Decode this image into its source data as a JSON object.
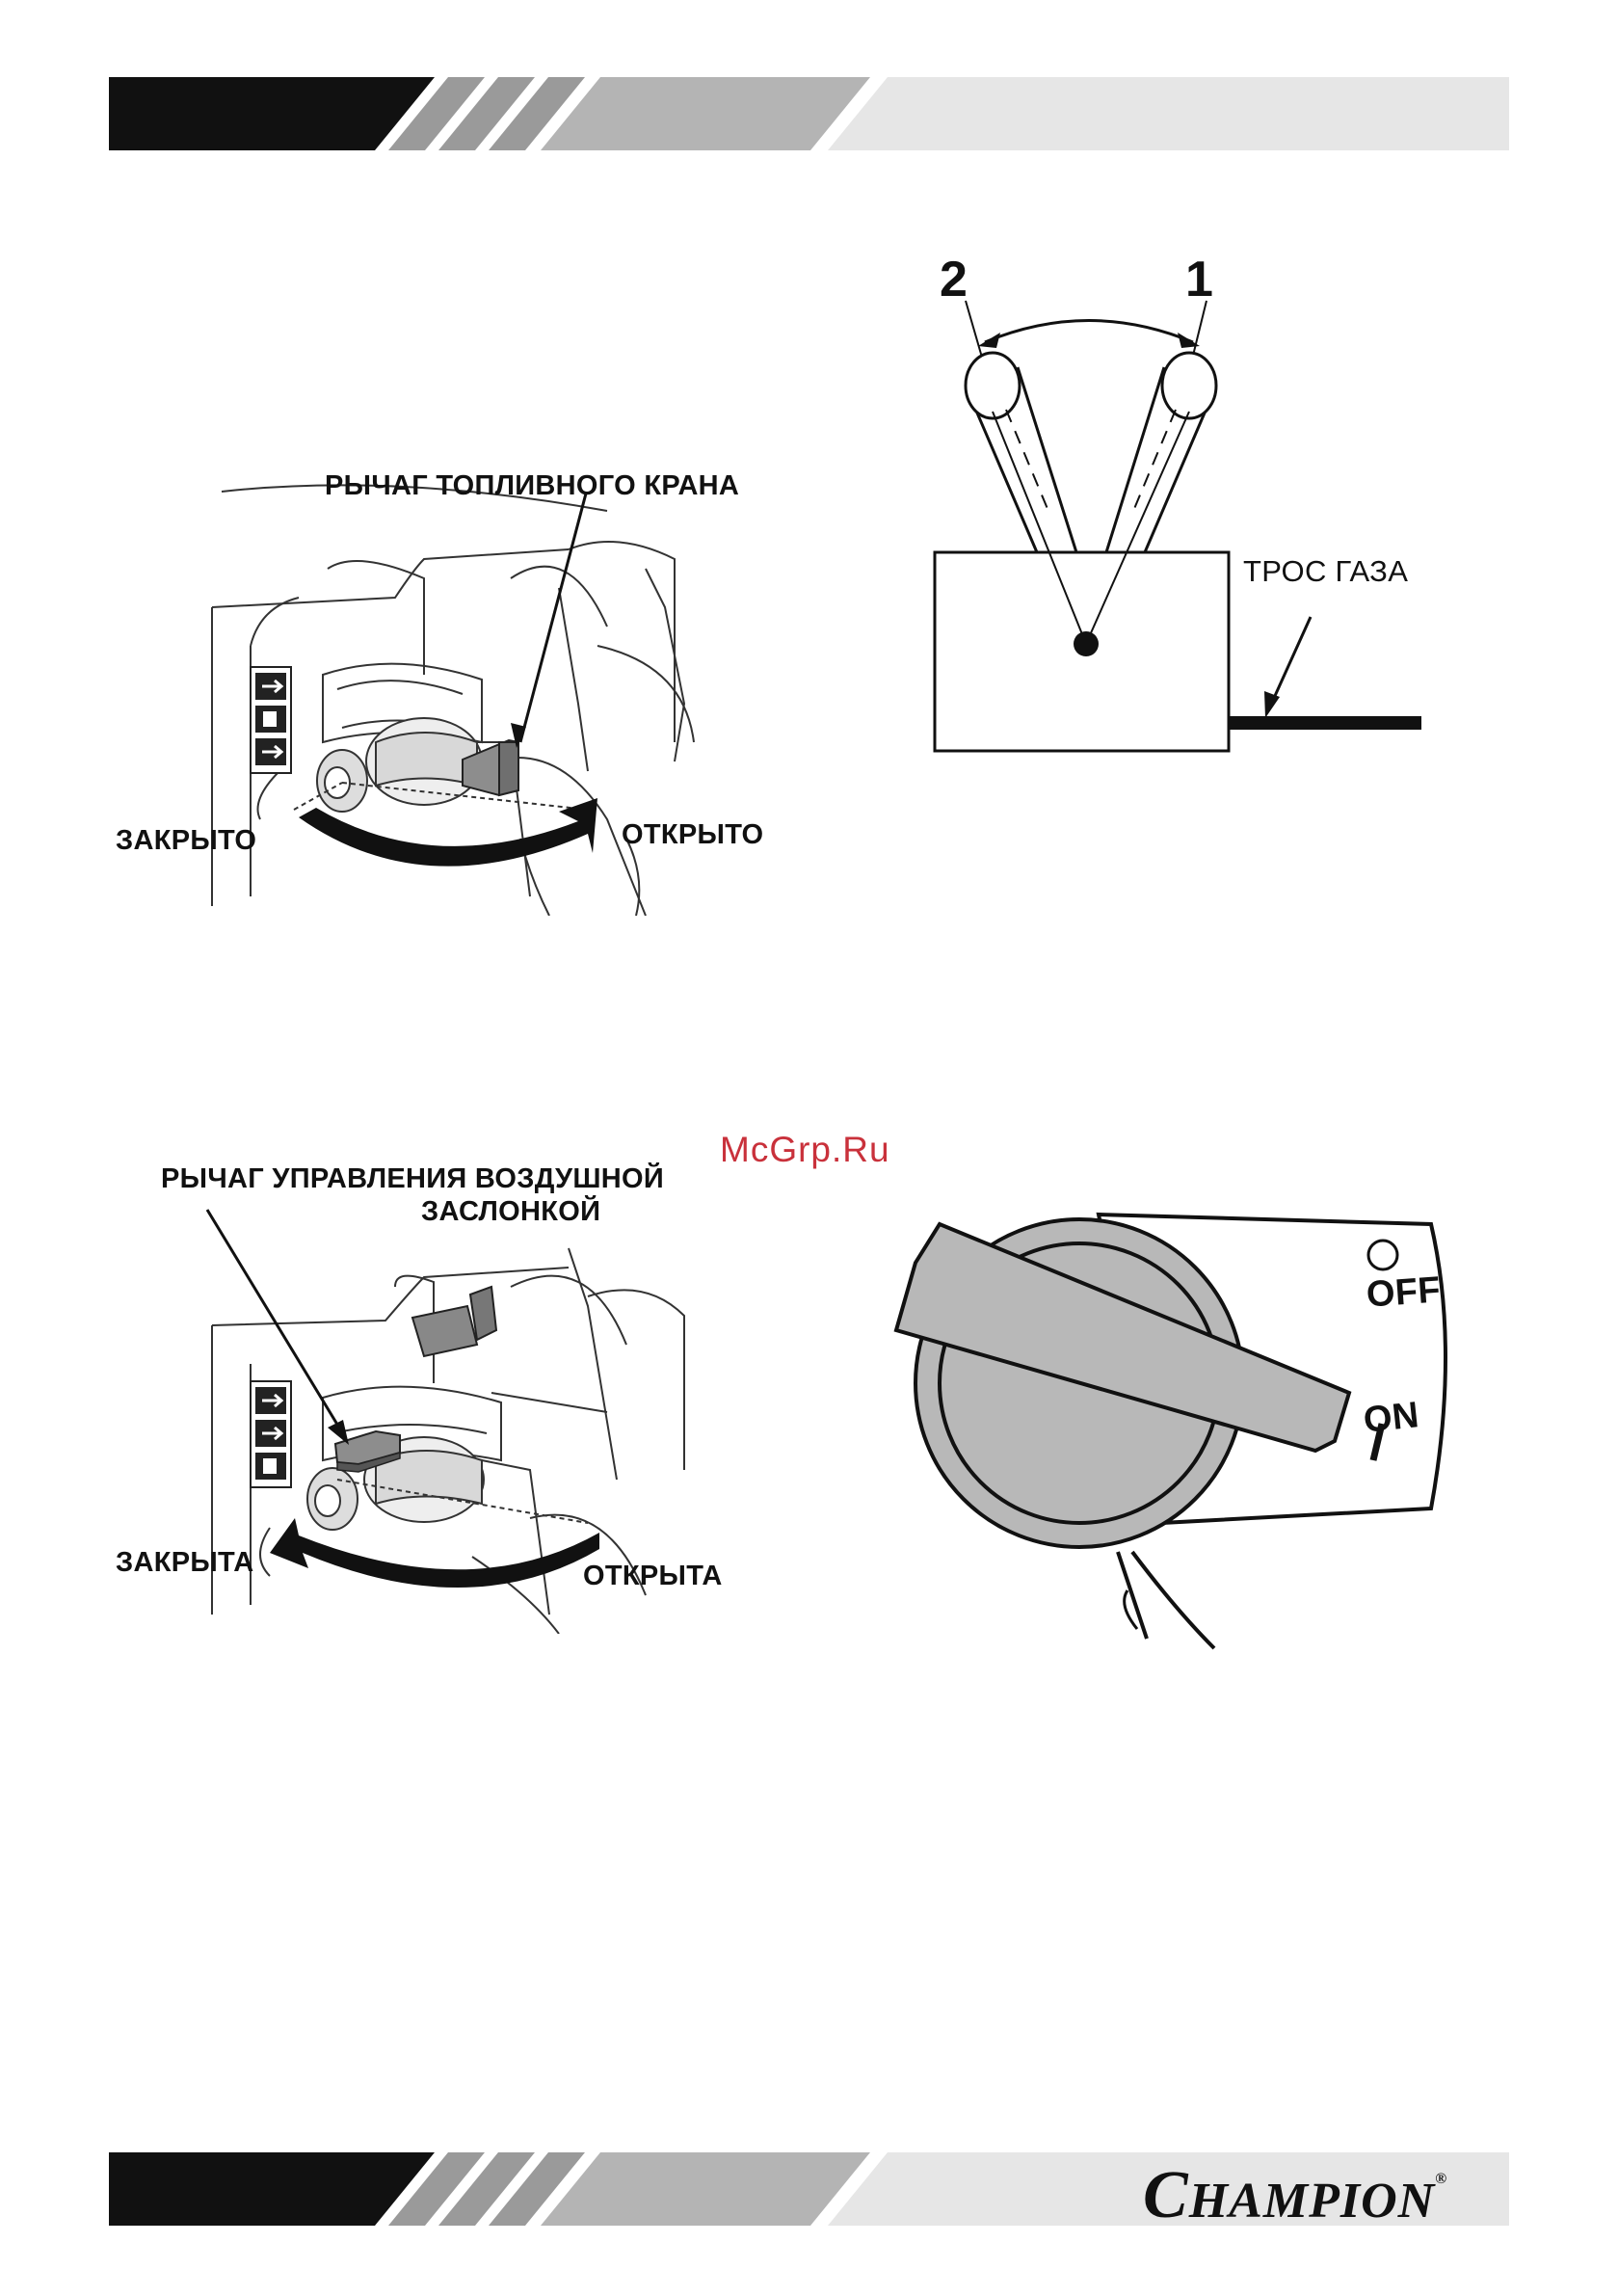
{
  "figure_fuel": {
    "lever_label": "РЫЧАГ ТОПЛИВНОГО КРАНА",
    "closed_label": "ЗАКРЫТО",
    "open_label": "ОТКРЫТО"
  },
  "figure_throttle": {
    "position_2": "2",
    "position_1": "1",
    "cable_label": "ТРОС ГАЗА"
  },
  "figure_choke": {
    "lever_label_line1": "РЫЧАГ УПРАВЛЕНИЯ ВОЗДУШНОЙ",
    "lever_label_line2": "ЗАСЛОНКОЙ",
    "closed_label": "ЗАКРЫТА",
    "open_label": "ОТКРЫТА"
  },
  "figure_switch": {
    "off_label": "OFF",
    "on_label": "ON"
  },
  "watermark": "McGrp.Ru",
  "brand": {
    "initial": "C",
    "rest": "HAMPION",
    "mark": "®"
  },
  "colors": {
    "band_black": "#111111",
    "band_mid": "#b4b4b4",
    "band_light": "#e6e6e6",
    "watermark": "#c9313b",
    "knob_gray": "#b8b8b8"
  }
}
